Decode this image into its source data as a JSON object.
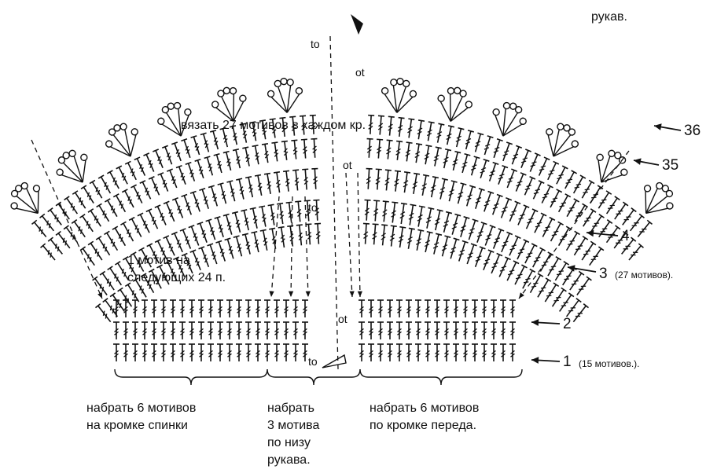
{
  "texts": {
    "sleeve_top": "рукав.",
    "knit_motifs": "вязать 27 мотивов в каждом кр.",
    "one_motif_line1": "1 мотив на",
    "one_motif_line2": "следующих 24 п.",
    "cast_back_line1": "набрать 6 мотивов",
    "cast_back_line2": "на кромке спинки",
    "cast_sleeve_line1": "набрать",
    "cast_sleeve_line2": "3 мотива",
    "cast_sleeve_line3": "по низу",
    "cast_sleeve_line4": "рукава.",
    "cast_front_line1": "набрать 6 мотивов",
    "cast_front_line2": "по кромке переда."
  },
  "rows": [
    {
      "number": "36",
      "note": ""
    },
    {
      "number": "35",
      "note": ""
    },
    {
      "number": "4",
      "note": ""
    },
    {
      "number": "3",
      "note": "(27 мотивов)."
    },
    {
      "number": "2",
      "note": ""
    },
    {
      "number": "1",
      "note": "(15 мотивов.)."
    }
  ],
  "symbols": {
    "turn_left": "to",
    "turn_right": "ot"
  },
  "colors": {
    "ink": "#111111",
    "background": "#ffffff"
  }
}
